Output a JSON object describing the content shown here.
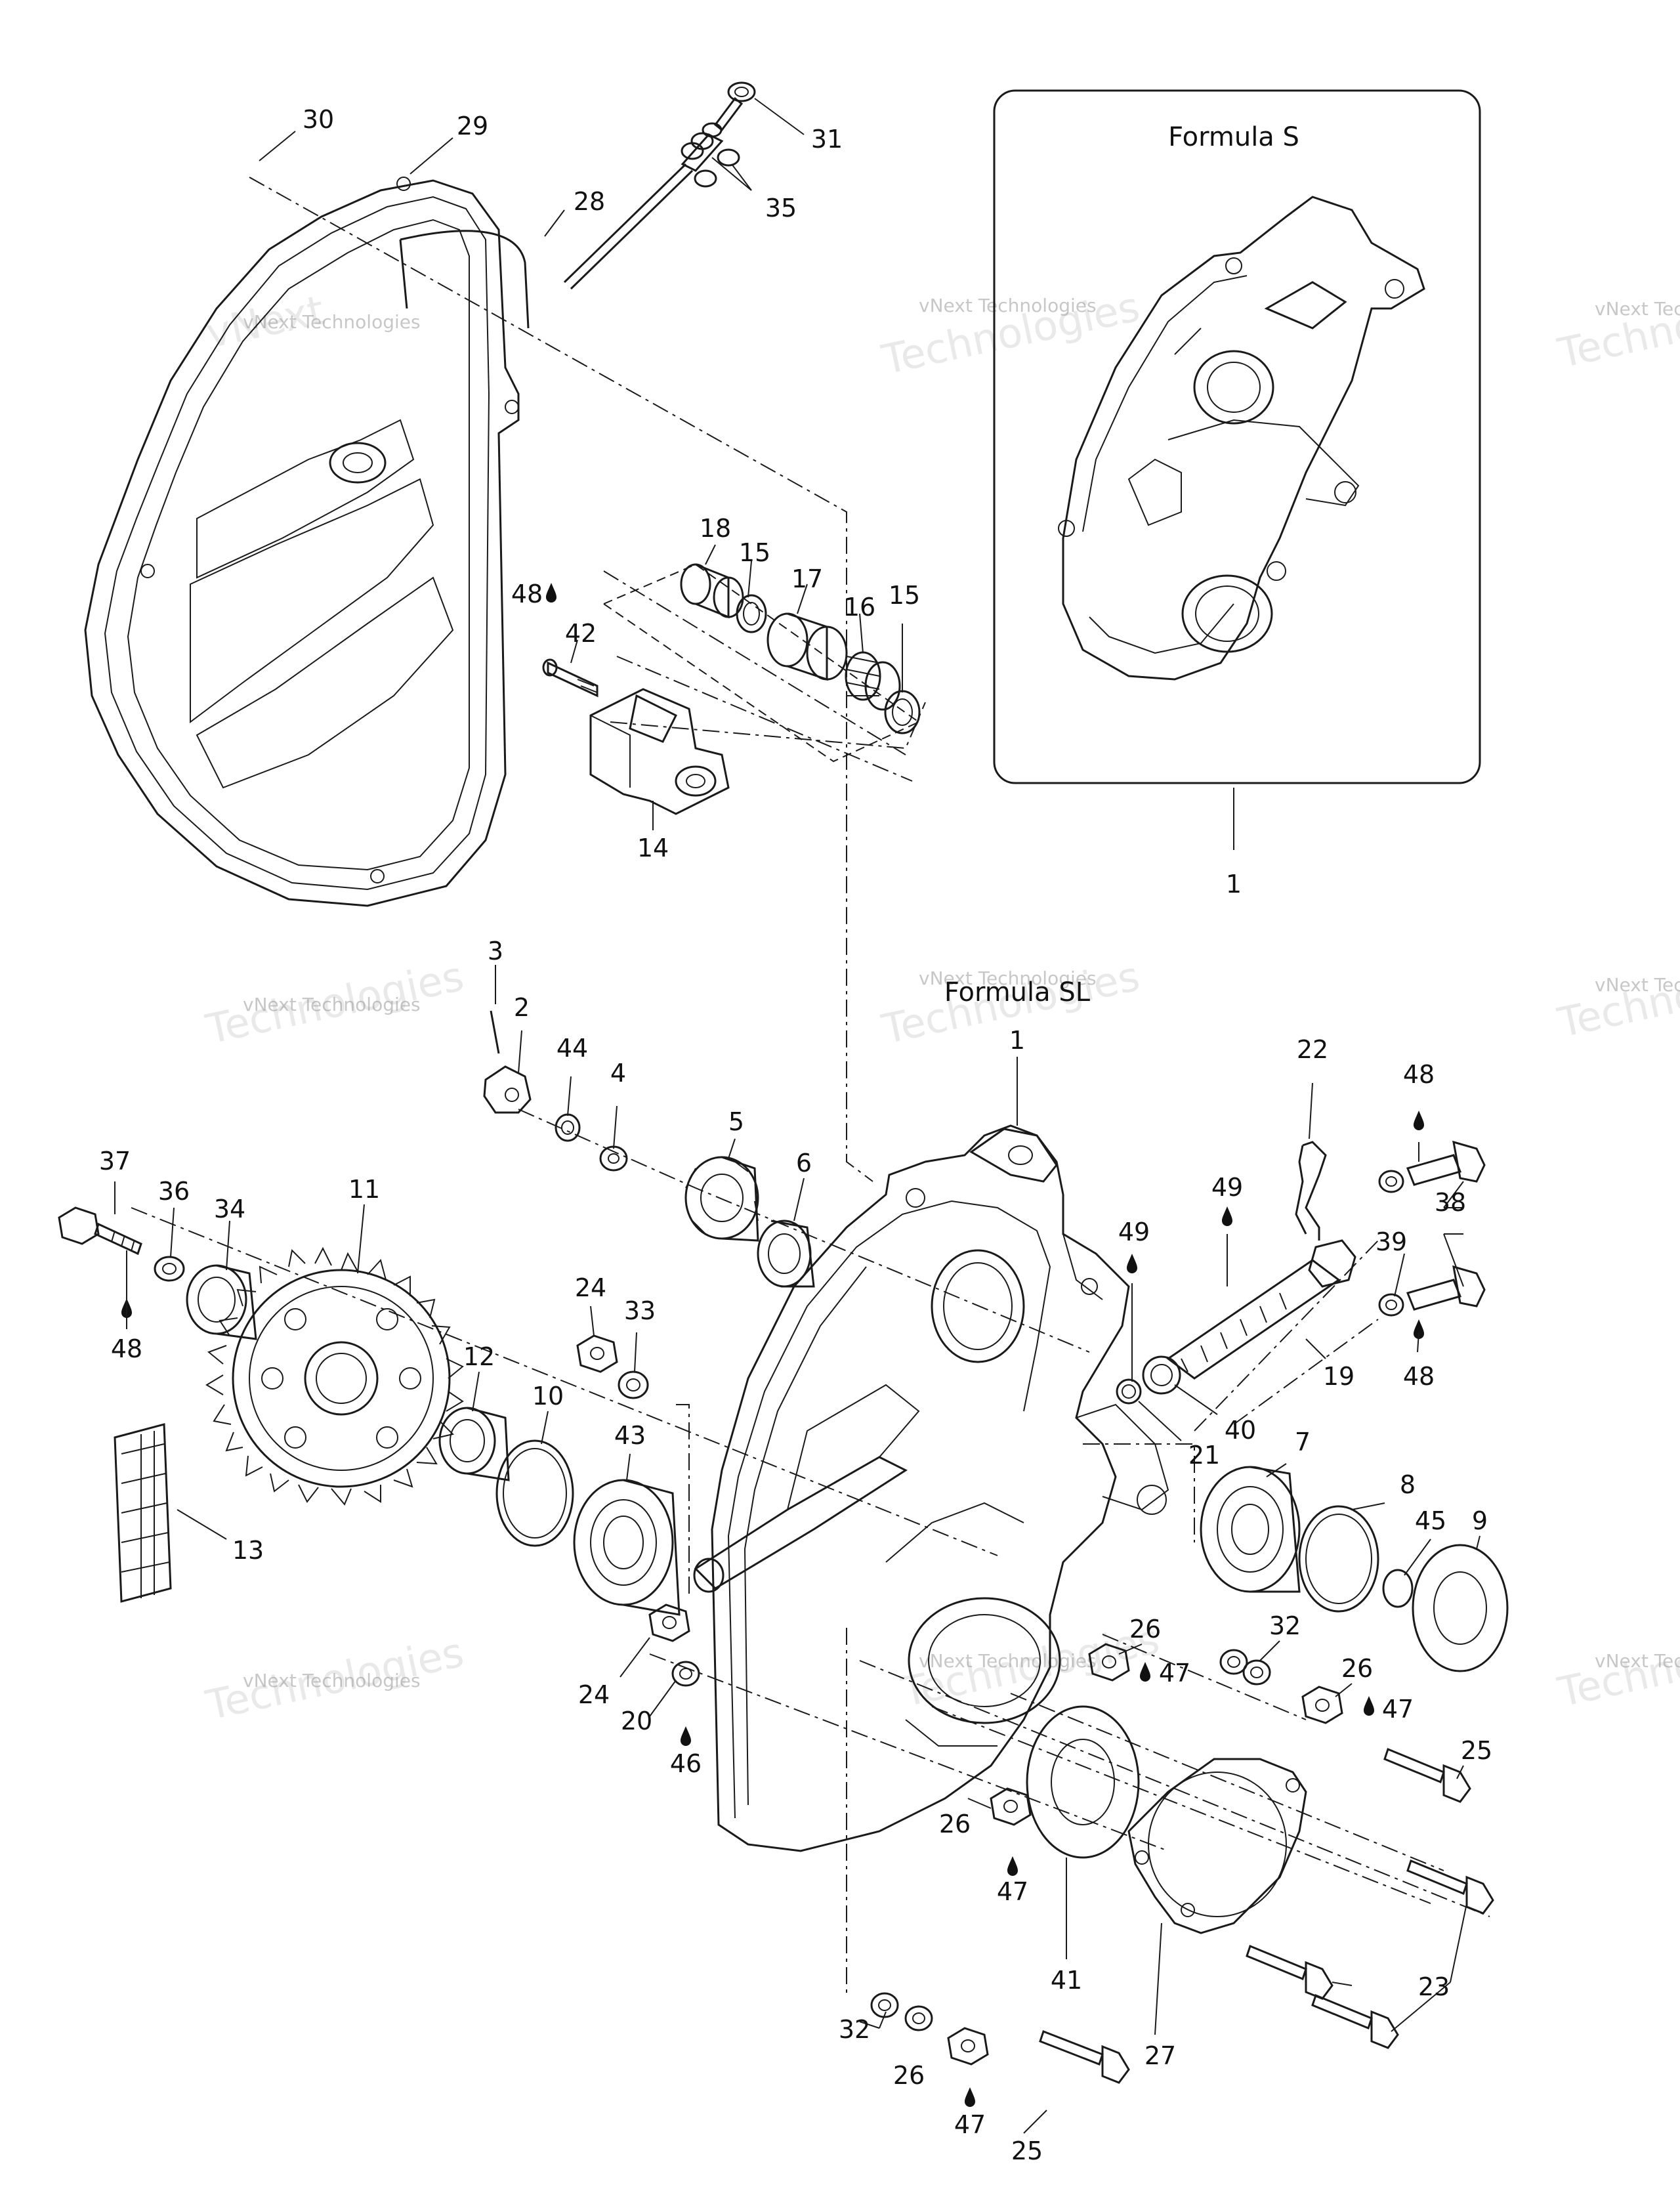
{
  "inset": {
    "title": "Formula S",
    "callout": "1"
  },
  "main": {
    "subtitle": "Formula SL"
  },
  "watermark": {
    "line1": "vNext Technologies",
    "line2": "vNext",
    "line3": "Technologies"
  },
  "callouts": {
    "c30": "30",
    "c29": "29",
    "c31": "31",
    "c35": "35",
    "c28": "28",
    "c18": "18",
    "c15a": "15",
    "c17": "17",
    "c16": "16",
    "c15b": "15",
    "c48a": "48",
    "c42": "42",
    "c14": "14",
    "c3": "3",
    "c2": "2",
    "c44": "44",
    "c4": "4",
    "c5": "5",
    "c6": "6",
    "c1": "1",
    "c22": "22",
    "c48b": "48",
    "c49a": "49",
    "c49b": "49",
    "c38": "38",
    "c39": "39",
    "c48c": "48",
    "c19": "19",
    "c40": "40",
    "c21": "21",
    "c37": "37",
    "c36": "36",
    "c34": "34",
    "c11": "11",
    "c48d": "48",
    "c24a": "24",
    "c33": "33",
    "c12": "12",
    "c10": "10",
    "c43": "43",
    "c13": "13",
    "c7": "7",
    "c8": "8",
    "c45": "45",
    "c9": "9",
    "c26a": "26",
    "c47a": "47",
    "c32a": "32",
    "c26b": "26",
    "c47b": "47",
    "c24b": "24",
    "c20": "20",
    "c46": "46",
    "c25a": "25",
    "c26c": "26",
    "c47c": "47",
    "c41": "41",
    "c27": "27",
    "c23": "23",
    "c32b": "32",
    "c26d": "26",
    "c47d": "47",
    "c25b": "25"
  }
}
